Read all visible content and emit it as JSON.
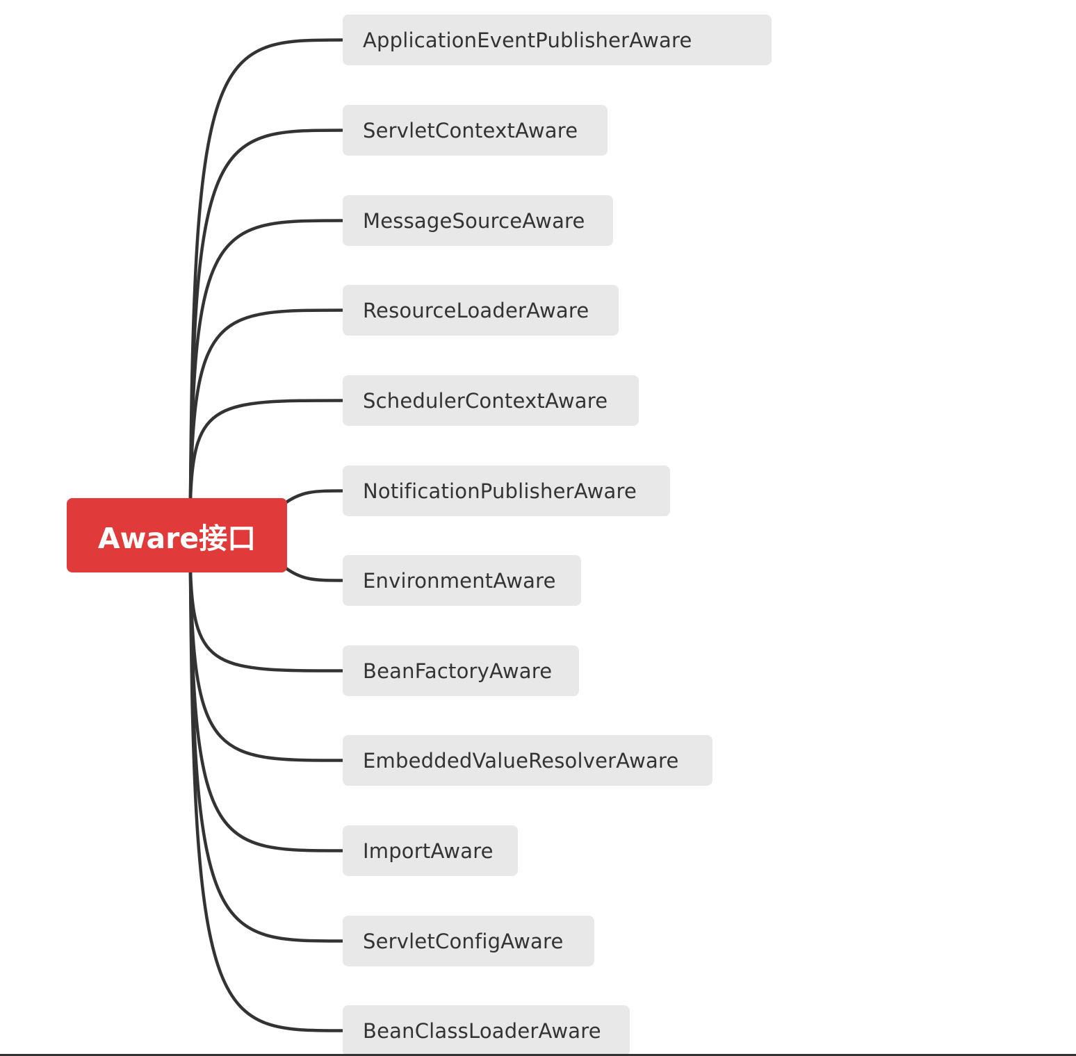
{
  "mindmap": {
    "root": {
      "label": "Aware接口"
    },
    "children": [
      {
        "label": "ApplicationEventPublisherAware"
      },
      {
        "label": "ServletContextAware"
      },
      {
        "label": "MessageSourceAware"
      },
      {
        "label": "ResourceLoaderAware"
      },
      {
        "label": "SchedulerContextAware"
      },
      {
        "label": "NotificationPublisherAware"
      },
      {
        "label": "EnvironmentAware"
      },
      {
        "label": "BeanFactoryAware"
      },
      {
        "label": "EmbeddedValueResolverAware"
      },
      {
        "label": "ImportAware"
      },
      {
        "label": "ServletConfigAware"
      },
      {
        "label": "BeanClassLoaderAware"
      }
    ]
  },
  "colors": {
    "root_fill": "#e03a3a",
    "child_fill": "#e8e8e8",
    "connector": "#333333"
  }
}
